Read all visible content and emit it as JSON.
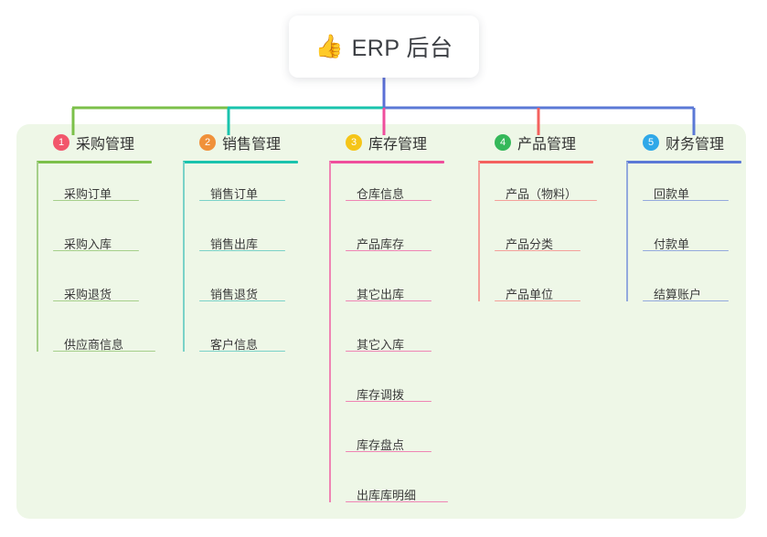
{
  "root": {
    "icon": "thumbs-up-icon",
    "emoji": "👍",
    "title": "ERP 后台"
  },
  "palette": {
    "panel_bg": "#eef7e7",
    "page_bg": "#ffffff",
    "trunk": "#5b6fd6",
    "branch_green": "#7cc04a",
    "branch_teal": "#19c3ad",
    "branch_pink": "#ef4e9c",
    "branch_red": "#f4615e",
    "branch_blue": "#5b79d6",
    "badge_1": "#f2566b",
    "badge_2": "#f0913a",
    "badge_3": "#f5c518",
    "badge_4": "#35b85a",
    "badge_5": "#2fa8e8",
    "leaf_green": "#a5cf8a",
    "leaf_teal": "#7ad2c8",
    "leaf_pink": "#ef84b4",
    "leaf_red": "#f4a09a",
    "leaf_blue": "#93a9dd"
  },
  "columns": [
    {
      "number": "1",
      "title": "采购管理",
      "badge_color": "#f2566b",
      "rule_color": "#7cc04a",
      "leaf_color": "#a5cf8a",
      "stem_color": "#7cc04a",
      "items": [
        {
          "label": "采购订单"
        },
        {
          "label": "采购入库"
        },
        {
          "label": "采购退货"
        },
        {
          "label": "供应商信息"
        }
      ]
    },
    {
      "number": "2",
      "title": "销售管理",
      "badge_color": "#f0913a",
      "rule_color": "#19c3ad",
      "leaf_color": "#7ad2c8",
      "stem_color": "#19c3ad",
      "items": [
        {
          "label": "销售订单"
        },
        {
          "label": "销售出库"
        },
        {
          "label": "销售退货"
        },
        {
          "label": "客户信息"
        }
      ]
    },
    {
      "number": "3",
      "title": "库存管理",
      "badge_color": "#f5c518",
      "rule_color": "#ef4e9c",
      "leaf_color": "#ef84b4",
      "stem_color": "#ef4e9c",
      "items": [
        {
          "label": "仓库信息"
        },
        {
          "label": "产品库存"
        },
        {
          "label": "其它出库"
        },
        {
          "label": "其它入库"
        },
        {
          "label": "库存调拨"
        },
        {
          "label": "库存盘点"
        },
        {
          "label": "出库库明细"
        }
      ]
    },
    {
      "number": "4",
      "title": "产品管理",
      "badge_color": "#35b85a",
      "rule_color": "#f4615e",
      "leaf_color": "#f4a09a",
      "stem_color": "#f4615e",
      "items": [
        {
          "label": "产品（物料）"
        },
        {
          "label": "产品分类"
        },
        {
          "label": "产品单位"
        }
      ]
    },
    {
      "number": "5",
      "title": "财务管理",
      "badge_color": "#2fa8e8",
      "rule_color": "#5b79d6",
      "leaf_color": "#93a9dd",
      "stem_color": "#5b79d6",
      "items": [
        {
          "label": "回款单"
        },
        {
          "label": "付款单"
        },
        {
          "label": "结算账户"
        }
      ]
    }
  ]
}
